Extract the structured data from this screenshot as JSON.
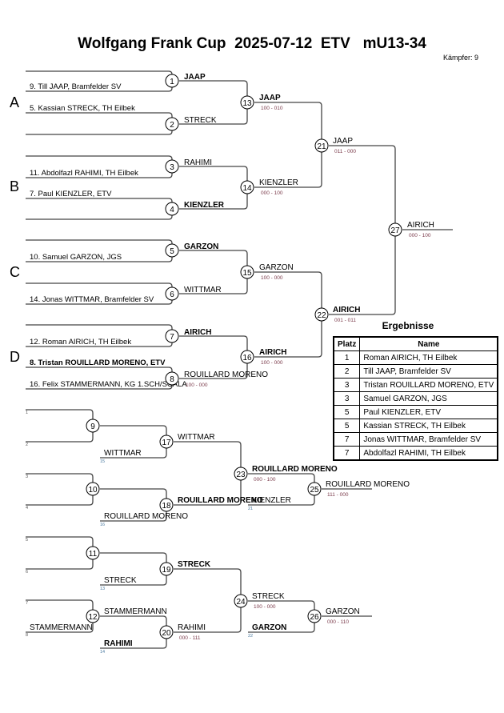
{
  "header": {
    "title": "Wolfgang Frank Cup  2025-07-12  ETV   mU13-34",
    "fighters": "Kämpfer: 9"
  },
  "pools": [
    "A",
    "B",
    "C",
    "D"
  ],
  "entries": [
    {
      "name": "",
      "bold": false
    },
    {
      "name": "9. Till JAAP, Bramfelder SV",
      "bold": false
    },
    {
      "name": "5. Kassian STRECK, TH Eilbek",
      "bold": false
    },
    {
      "name": "",
      "bold": false
    },
    {
      "name": "",
      "bold": false
    },
    {
      "name": "11. Abdolfazl RAHIMI, TH Eilbek",
      "bold": false
    },
    {
      "name": "7. Paul KIENZLER, ETV",
      "bold": false
    },
    {
      "name": "",
      "bold": false
    },
    {
      "name": "",
      "bold": false
    },
    {
      "name": "10. Samuel GARZON, JGS",
      "bold": false
    },
    {
      "name": "",
      "bold": false
    },
    {
      "name": "14. Jonas WITTMAR, Bramfelder SV",
      "bold": false
    },
    {
      "name": "",
      "bold": false
    },
    {
      "name": "12. Roman AIRICH, TH Eilbek",
      "bold": false
    },
    {
      "name": "8. Tristan ROUILLARD MORENO, ETV",
      "bold": true
    },
    {
      "name": "16. Felix STAMMERMANN, KG 1.SCH/SCALA",
      "bold": false
    }
  ],
  "matches": {
    "1": {
      "no": "1",
      "winner": "JAAP",
      "bold": true,
      "score": ""
    },
    "2": {
      "no": "2",
      "winner": "STRECK",
      "bold": false,
      "score": ""
    },
    "3": {
      "no": "3",
      "winner": "RAHIMI",
      "bold": false,
      "score": ""
    },
    "4": {
      "no": "4",
      "winner": "KIENZLER",
      "bold": true,
      "score": ""
    },
    "5": {
      "no": "5",
      "winner": "GARZON",
      "bold": true,
      "score": ""
    },
    "6": {
      "no": "6",
      "winner": "WITTMAR",
      "bold": false,
      "score": ""
    },
    "7": {
      "no": "7",
      "winner": "AIRICH",
      "bold": true,
      "score": ""
    },
    "8": {
      "no": "8",
      "winner": "ROUILLARD MORENO",
      "bold": false,
      "score": "100 - 000"
    },
    "9": {
      "no": "9",
      "winner": "",
      "bold": false,
      "score": ""
    },
    "10": {
      "no": "10",
      "winner": "",
      "bold": false,
      "score": ""
    },
    "11": {
      "no": "11",
      "winner": "",
      "bold": false,
      "score": ""
    },
    "12": {
      "no": "12",
      "winner": "STAMMERMANN",
      "bold": false,
      "score": ""
    },
    "13": {
      "no": "13",
      "winner": "JAAP",
      "bold": true,
      "score": "100 - 010"
    },
    "14": {
      "no": "14",
      "winner": "KIENZLER",
      "bold": false,
      "score": "000 - 100"
    },
    "15": {
      "no": "15",
      "winner": "GARZON",
      "bold": false,
      "score": "100 - 000"
    },
    "16": {
      "no": "16",
      "winner": "AIRICH",
      "bold": true,
      "score": "100 - 000"
    },
    "17": {
      "no": "17",
      "winner": "WITTMAR",
      "bold": false,
      "score": ""
    },
    "18": {
      "no": "18",
      "winner": "ROUILLARD MORENO",
      "bold": true,
      "score": ""
    },
    "19": {
      "no": "19",
      "winner": "STRECK",
      "bold": true,
      "score": ""
    },
    "20": {
      "no": "20",
      "winner": "RAHIMI",
      "bold": false,
      "score": "000 - 111"
    },
    "21": {
      "no": "21",
      "winner": "JAAP",
      "bold": false,
      "score": "011 - 000"
    },
    "22": {
      "no": "22",
      "winner": "AIRICH",
      "bold": true,
      "score": "001 - 011"
    },
    "23": {
      "no": "23",
      "winner": "ROUILLARD MORENO",
      "bold": true,
      "score": "000 - 100"
    },
    "24": {
      "no": "24",
      "winner": "STRECK",
      "bold": false,
      "score": "100 - 000"
    },
    "25": {
      "no": "25",
      "winner": "ROUILLARD MORENO",
      "bold": false,
      "score": "111 - 000"
    },
    "26": {
      "no": "26",
      "winner": "GARZON",
      "bold": false,
      "score": "000 - 110"
    },
    "27": {
      "no": "27",
      "winner": "AIRICH",
      "bold": false,
      "score": "000 - 100"
    }
  },
  "repechage_slots": [
    {
      "ref": "1",
      "name": ""
    },
    {
      "ref": "2",
      "name": ""
    },
    {
      "ref": "3",
      "name": ""
    },
    {
      "ref": "4",
      "name": ""
    },
    {
      "ref": "5",
      "name": ""
    },
    {
      "ref": "6",
      "name": ""
    },
    {
      "ref": "7",
      "name": ""
    },
    {
      "ref": "8",
      "name": "STAMMERMANN"
    }
  ],
  "feeds": [
    {
      "ref": "15",
      "name": "WITTMAR",
      "bold": false
    },
    {
      "ref": "16",
      "name": "ROUILLARD MORENO",
      "bold": false
    },
    {
      "ref": "21",
      "name": "KIENZLER",
      "bold": false
    },
    {
      "ref": "13",
      "name": "STRECK",
      "bold": false
    },
    {
      "ref": "14",
      "name": "RAHIMI",
      "bold": true
    },
    {
      "ref": "22",
      "name": "GARZON",
      "bold": true
    }
  ],
  "results": {
    "title": "Ergebnisse",
    "headers": [
      "Platz",
      "Name"
    ],
    "rows": [
      {
        "place": "1",
        "name": "Roman AIRICH, TH Eilbek"
      },
      {
        "place": "2",
        "name": "Till JAAP, Bramfelder SV"
      },
      {
        "place": "3",
        "name": "Tristan ROUILLARD MORENO, ETV"
      },
      {
        "place": "3",
        "name": "Samuel GARZON, JGS"
      },
      {
        "place": "5",
        "name": "Paul KIENZLER, ETV"
      },
      {
        "place": "5",
        "name": "Kassian STRECK, TH Eilbek"
      },
      {
        "place": "7",
        "name": "Jonas WITTMAR, Bramfelder SV"
      },
      {
        "place": "7",
        "name": "Abdolfazl RAHIMI, TH Eilbek"
      }
    ]
  },
  "colors": {
    "line": "#444444",
    "score": "#7a3a4a",
    "ref": "#4a7aa0"
  }
}
